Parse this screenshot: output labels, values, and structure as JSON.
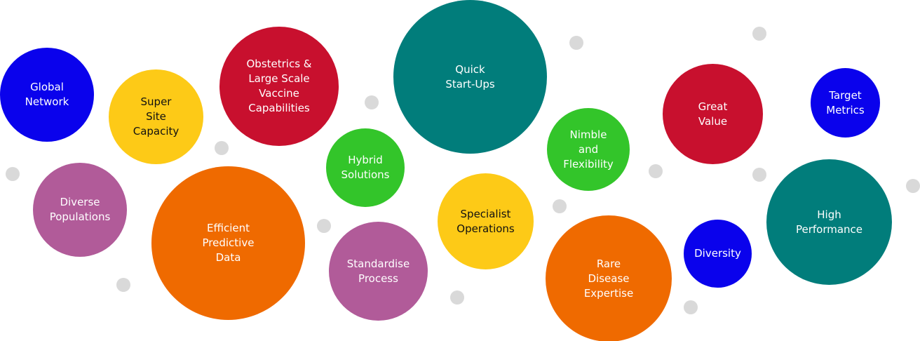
{
  "colors": {
    "blue": "#0a02ec",
    "yellow": "#fdca17",
    "red": "#c8102e",
    "teal": "#017d7b",
    "green": "#33c52a",
    "purple": "#b15b99",
    "orange": "#ef6a00",
    "dot_grey": "#d9d9d9"
  },
  "bubbles": [
    {
      "id": "global-network",
      "label": "Global\nNetwork",
      "color": "blue",
      "text_color": "#ffffff"
    },
    {
      "id": "super-site-capacity",
      "label": "Super\nSite\nCapacity",
      "color": "yellow",
      "text_color": "#111111"
    },
    {
      "id": "obstetrics",
      "label": "Obstetrics &\nLarge Scale\nVaccine\nCapabilities",
      "color": "red",
      "text_color": "#ffffff"
    },
    {
      "id": "quick-start-ups",
      "label": "Quick\nStart-Ups",
      "color": "teal",
      "text_color": "#ffffff"
    },
    {
      "id": "hybrid-solutions",
      "label": "Hybrid\nSolutions",
      "color": "green",
      "text_color": "#ffffff"
    },
    {
      "id": "nimble-flexibility",
      "label": "Nimble\nand\nFlexibility",
      "color": "green",
      "text_color": "#ffffff"
    },
    {
      "id": "great-value",
      "label": "Great\nValue",
      "color": "red",
      "text_color": "#ffffff"
    },
    {
      "id": "target-metrics",
      "label": "Target\nMetrics",
      "color": "blue",
      "text_color": "#ffffff"
    },
    {
      "id": "diverse-populations",
      "label": "Diverse\nPopulations",
      "color": "purple",
      "text_color": "#ffffff"
    },
    {
      "id": "efficient-predictive",
      "label": "Efficient\nPredictive\nData",
      "color": "orange",
      "text_color": "#ffffff"
    },
    {
      "id": "standardise-process",
      "label": "Standardise\nProcess",
      "color": "purple",
      "text_color": "#ffffff"
    },
    {
      "id": "specialist-operations",
      "label": "Specialist\nOperations",
      "color": "yellow",
      "text_color": "#111111"
    },
    {
      "id": "rare-disease",
      "label": "Rare\nDisease\nExpertise",
      "color": "orange",
      "text_color": "#ffffff"
    },
    {
      "id": "diversity",
      "label": "Diversity",
      "color": "blue",
      "text_color": "#ffffff"
    },
    {
      "id": "high-performance",
      "label": "High\nPerformance",
      "color": "teal",
      "text_color": "#ffffff"
    }
  ]
}
